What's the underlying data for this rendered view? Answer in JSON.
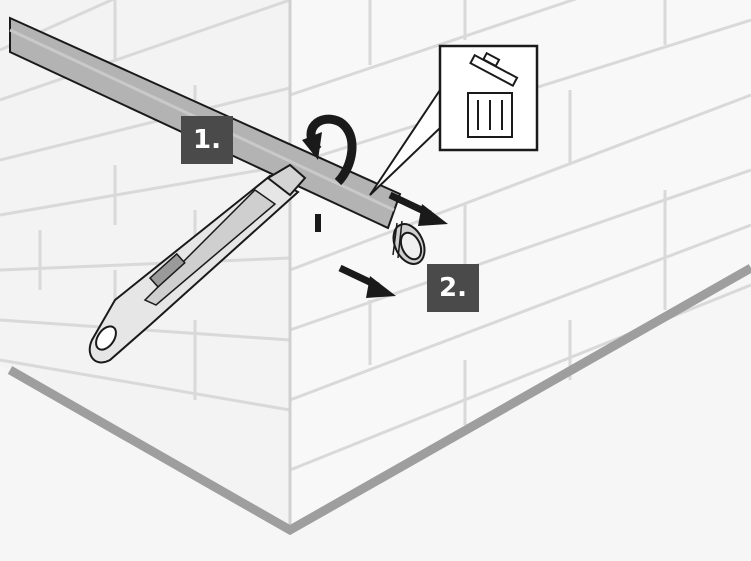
{
  "steps": [
    {
      "label": "1.",
      "action": "unscrew-pipe-counterclockwise"
    },
    {
      "label": "2.",
      "action": "pull-pipe-out"
    }
  ],
  "callout": {
    "icon": "trash-bin-icon"
  },
  "colors": {
    "background": "#f6f6f6",
    "wall_line": "#d9d9d9",
    "floor_edge": "#9e9e9e",
    "pipe": "#b3b3b3",
    "outline": "#1a1a1a",
    "badge": "#4a4a4a",
    "badge_text": "#ffffff"
  }
}
